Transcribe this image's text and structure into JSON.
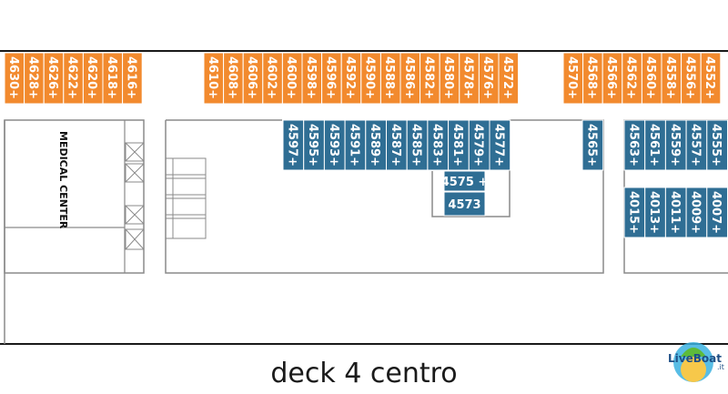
{
  "caption": "deck 4 centro",
  "medical_label": "MEDICAL CENTER",
  "logo": {
    "text": "LiveBoat",
    "suffix": ".it"
  },
  "colors": {
    "orange": "#F28A2E",
    "blue": "#2F6E94",
    "line": "#1a1a1a",
    "wall": "#8a8a8a"
  },
  "orange_cabins": [
    "4630+",
    "4628+",
    "4626+",
    "4622+",
    "4620+",
    "4618+",
    "4616+",
    "4610+",
    "4608+",
    "4606+",
    "4602+",
    "4600+",
    "4598+",
    "4596+",
    "4592+",
    "4590+",
    "4588+",
    "4586+",
    "4582+",
    "4580+",
    "4578+",
    "4576+",
    "4572+",
    "4570+",
    "4568+",
    "4566+",
    "4562+",
    "4560+",
    "4558+",
    "4556+",
    "4552+"
  ],
  "blue_cabins_top": [
    "4597+",
    "4595+",
    "4593+",
    "4591+",
    "4589+",
    "4587+",
    "4585+",
    "4583+",
    "4581+",
    "4579+",
    "4577+",
    "4565+",
    "4563+",
    "4561+",
    "4559+",
    "4557+",
    "4555+"
  ],
  "blue_cabins_lower": [
    "4015+",
    "4013+",
    "4011+",
    "4009+",
    "4007+"
  ],
  "blue_cabins_horizontal": [
    "4575 +",
    "4573"
  ]
}
